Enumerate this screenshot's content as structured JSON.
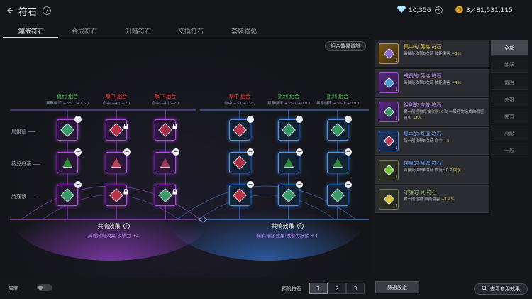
{
  "header": {
    "title": "符石",
    "currency_diamond": "10,356",
    "currency_gold": "3,481,531,115"
  },
  "tabs": [
    "鑲嵌符石",
    "合成符石",
    "升階符石",
    "交換符石",
    "套裝強化"
  ],
  "combo_button": "組合效果資訊",
  "rows": [
    "鳥爾德",
    "薇兒丹蒂",
    "詩寇蒂"
  ],
  "columns": [
    {
      "name": "銳利 組合",
      "effect": "暴擊機率 +8% ( +1.5 )",
      "color": "green",
      "side": "purple"
    },
    {
      "name": "擊中 組合",
      "effect": "命中 +4 ( +2 )",
      "color": "red",
      "side": "purple"
    },
    {
      "name": "擊中 組合",
      "effect": "命中 +4 ( +2 )",
      "color": "red",
      "side": "purple"
    },
    {
      "name": "擊中 組合",
      "effect": "命中 +3 ( +1.2 )",
      "color": "red",
      "side": "blue"
    },
    {
      "name": "銳利 組合",
      "effect": "暴擊機率 +3% ( +0.9 )",
      "color": "green",
      "side": "blue"
    },
    {
      "name": "銳利 組合",
      "effect": "暴擊機率 +3% ( +0.9 )",
      "color": "green",
      "side": "blue"
    }
  ],
  "resonance": [
    {
      "title": "共鳴效果",
      "desc": "英雄階級效果:攻擊力 +4"
    },
    {
      "title": "共鳴效果",
      "desc": "稀有階級效果:攻擊力抵銷 +3"
    }
  ],
  "bottom": {
    "expand_label": "展開",
    "preset_label": "預設符石",
    "presets": [
      "1",
      "2",
      "3"
    ],
    "filter_button": "篩選設定",
    "view_set_button": "查看套用效果"
  },
  "runes": [
    {
      "name": "集中的 英格 符石",
      "effect": "每技能攻擊8次時 技能傷害 ",
      "bonus": "+5%",
      "count": "1",
      "name_color": "#e3c54d"
    },
    {
      "name": "成長的 英格 符石",
      "effect": "每技能攻擊8次時 技能傷害 ",
      "bonus": "+4%",
      "count": "1",
      "name_color": "#c08cf5"
    },
    {
      "name": "銳利的 吉普 符石",
      "effect": "對一般怪物每被攻擊10次 一般怪物造成的傷害減少 ",
      "bonus": "+6%",
      "count": "1",
      "name_color": "#c08cf5"
    },
    {
      "name": "集中的 吾珥 符石",
      "effect": "每一般攻擊8次時 命中 ",
      "bonus": "+5",
      "count": "1",
      "name_color": "#6fa8ff"
    },
    {
      "name": "疾風的 蘇恩 符石",
      "effect": "每技能攻擊8次時 恢復MP ",
      "bonus": "2 恢復",
      "count": "1",
      "name_color": "#6fa8ff"
    },
    {
      "name": "守護的 貝 符石",
      "effect": "對一般怪物 技能傷害 ",
      "bonus": "+1.4%",
      "count": "1",
      "name_color": "#8fc06a"
    }
  ],
  "categories": [
    "全部",
    "神話",
    "傳說",
    "英雄",
    "稀有",
    "高級",
    "一般"
  ]
}
